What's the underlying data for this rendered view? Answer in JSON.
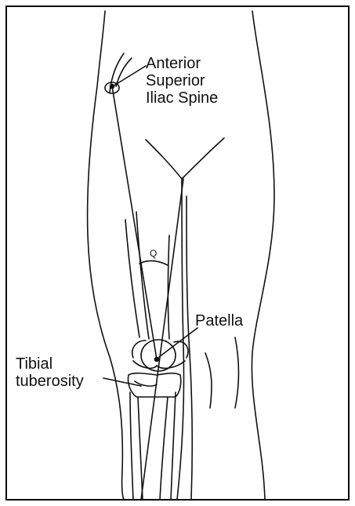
{
  "labels": {
    "asis_line1": "Anterior",
    "asis_line2": "Superior",
    "asis_line3": "Iliac Spine",
    "patella": "Patella",
    "tibial_line1": "Tibial",
    "tibial_line2": "tuberosity",
    "q_angle": "Q"
  },
  "colors": {
    "ink": "#111111",
    "frame": "#000000",
    "background": "#ffffff"
  }
}
